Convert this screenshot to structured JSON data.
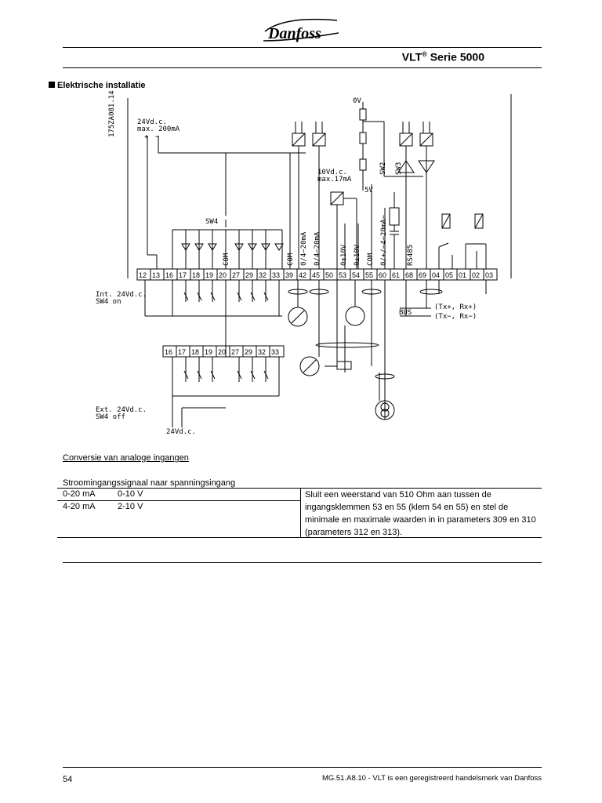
{
  "header": {
    "logo_text": "Danfoss",
    "series_prefix": "VLT",
    "series_reg": "®",
    "series_suffix": " Serie 5000"
  },
  "section": {
    "title": "Elektrische installatie"
  },
  "diagram": {
    "drawing_number": "175ZA081.14",
    "labels": {
      "supply_24v": "24Vd.c.",
      "max_200ma": "max. 200mA",
      "zero_v": "0V",
      "supply_10v": "10Vd.c.",
      "max_17ma": "max.17mA",
      "five_v": "5V",
      "sw4": "SW4",
      "sw2": "SW2",
      "sw3": "SW3",
      "int_24v": "Int. 24Vd.c.",
      "sw4_on": "SW4 on",
      "ext_24v": "Ext. 24Vd.c.",
      "sw4_off": "SW4 off",
      "supply_24v_bottom": "24Vd.c.",
      "bus": "BUS",
      "txrx_plus": "(Tx+, Rx+)",
      "txrx_minus": "(Tx−, Rx−)",
      "plus": "+",
      "minus": "−"
    },
    "vertical_labels": [
      "COM",
      "COM",
      "0/4−20mA",
      "0/4−20mA",
      "0±10V",
      "0±10V",
      "COM",
      "0/+/−4−20mA−",
      "RS485"
    ],
    "terminals_top": [
      "12",
      "13",
      "16",
      "17",
      "18",
      "19",
      "20",
      "27",
      "29",
      "32",
      "33",
      "39",
      "42",
      "45",
      "50",
      "53",
      "54",
      "55",
      "60",
      "61",
      "68",
      "69",
      "04",
      "05",
      "01",
      "02",
      "03"
    ],
    "terminals_bottom": [
      "16",
      "17",
      "18",
      "19",
      "20",
      "27",
      "29",
      "32",
      "33"
    ]
  },
  "conversion": {
    "title": "Conversie van analoge ingangen",
    "subtitle": "Stroomingangssignaal naar spanningsingang",
    "rows": [
      {
        "current": "0-20 mA",
        "voltage": "0-10 V"
      },
      {
        "current": "4-20 mA",
        "voltage": "2-10 V"
      }
    ],
    "description": "Sluit een weerstand van 510 Ohm aan tussen de ingangsklemmen 53 en 55 (klem 54 en 55) en stel de minimale en maximale waarden in in parameters 309 en 310 (parameters 312 en 313)."
  },
  "footer": {
    "page_number": "54",
    "note": "MG.51.A8.10 - VLT is een geregistreerd handelsmerk van Danfoss"
  }
}
